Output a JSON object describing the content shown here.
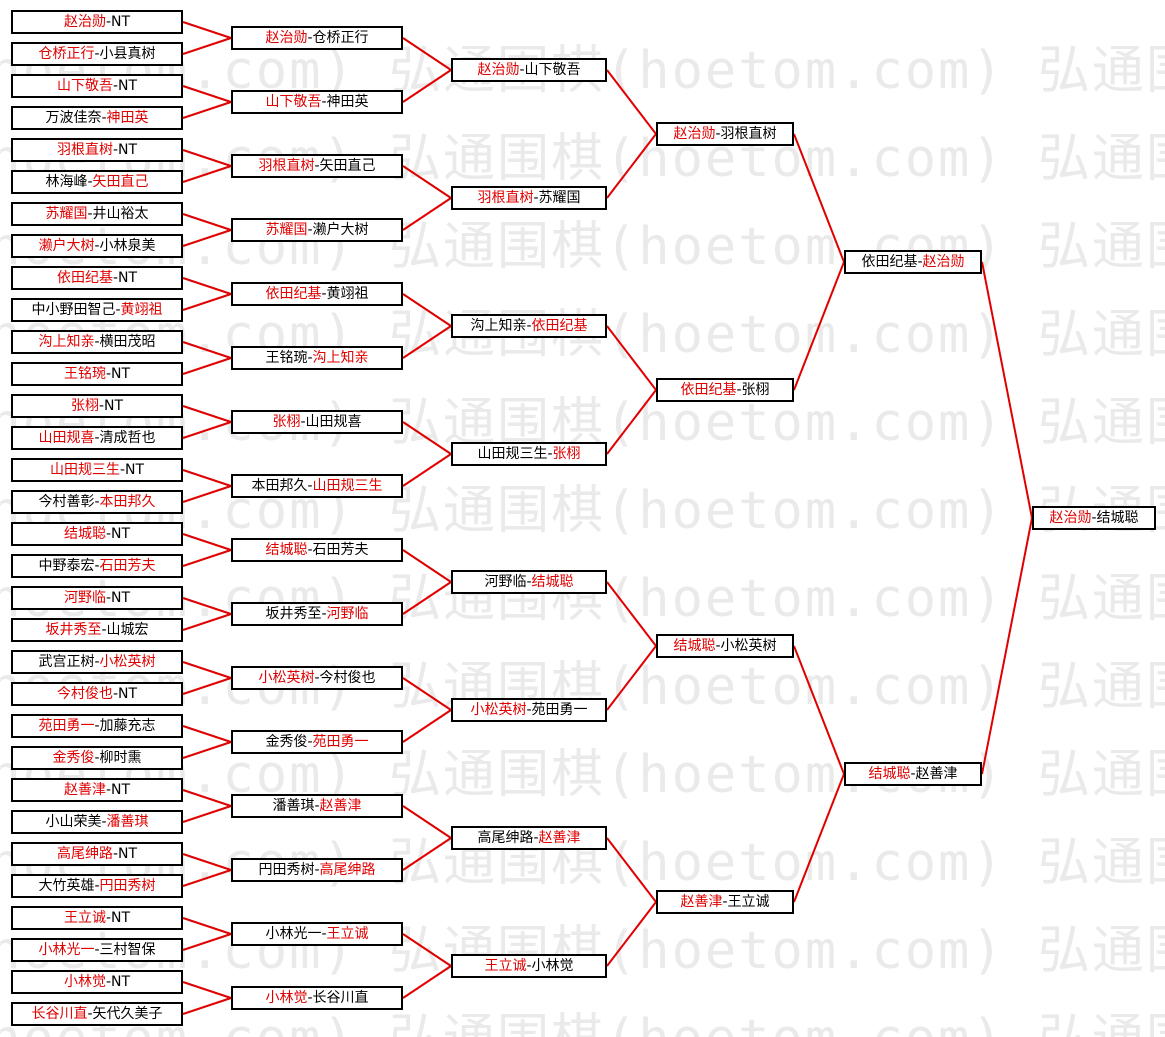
{
  "colors": {
    "winner": "#e00000",
    "text": "#000000",
    "connector": "#e00000",
    "watermark": "#eaeaea"
  },
  "watermark": {
    "text": "弘通围棋(hoetom.com)"
  },
  "rounds": [
    {
      "matches": [
        {
          "p1": "赵治勋",
          "p2": "NT",
          "winner": 1
        },
        {
          "p1": "仓桥正行",
          "p2": "小县真树",
          "winner": 1
        },
        {
          "p1": "山下敬吾",
          "p2": "NT",
          "winner": 1
        },
        {
          "p1": "万波佳奈",
          "p2": "神田英",
          "winner": 2
        },
        {
          "p1": "羽根直树",
          "p2": "NT",
          "winner": 1
        },
        {
          "p1": "林海峰",
          "p2": "矢田直己",
          "winner": 2
        },
        {
          "p1": "苏耀国",
          "p2": "井山裕太",
          "winner": 1
        },
        {
          "p1": "濑户大树",
          "p2": "小林泉美",
          "winner": 1
        },
        {
          "p1": "依田纪基",
          "p2": "NT",
          "winner": 1
        },
        {
          "p1": "中小野田智己",
          "p2": "黄翊祖",
          "winner": 2
        },
        {
          "p1": "沟上知亲",
          "p2": "横田茂昭",
          "winner": 1
        },
        {
          "p1": "王铭琬",
          "p2": "NT",
          "winner": 1
        },
        {
          "p1": "张栩",
          "p2": "NT",
          "winner": 1
        },
        {
          "p1": "山田规喜",
          "p2": "清成哲也",
          "winner": 1
        },
        {
          "p1": "山田规三生",
          "p2": "NT",
          "winner": 1
        },
        {
          "p1": "今村善彰",
          "p2": "本田邦久",
          "winner": 2
        },
        {
          "p1": "结城聪",
          "p2": "NT",
          "winner": 1
        },
        {
          "p1": "中野泰宏",
          "p2": "石田芳夫",
          "winner": 2
        },
        {
          "p1": "河野临",
          "p2": "NT",
          "winner": 1
        },
        {
          "p1": "坂井秀至",
          "p2": "山城宏",
          "winner": 1
        },
        {
          "p1": "武宫正树",
          "p2": "小松英树",
          "winner": 2
        },
        {
          "p1": "今村俊也",
          "p2": "NT",
          "winner": 1
        },
        {
          "p1": "苑田勇一",
          "p2": "加藤充志",
          "winner": 1
        },
        {
          "p1": "金秀俊",
          "p2": "柳时熏",
          "winner": 1
        },
        {
          "p1": "赵善津",
          "p2": "NT",
          "winner": 1
        },
        {
          "p1": "小山荣美",
          "p2": "潘善琪",
          "winner": 2
        },
        {
          "p1": "高尾绅路",
          "p2": "NT",
          "winner": 1
        },
        {
          "p1": "大竹英雄",
          "p2": "円田秀树",
          "winner": 2
        },
        {
          "p1": "王立诚",
          "p2": "NT",
          "winner": 1
        },
        {
          "p1": "小林光一",
          "p2": "三村智保",
          "winner": 1
        },
        {
          "p1": "小林觉",
          "p2": "NT",
          "winner": 1
        },
        {
          "p1": "长谷川直",
          "p2": "矢代久美子",
          "winner": 1
        }
      ]
    },
    {
      "matches": [
        {
          "p1": "赵治勋",
          "p2": "仓桥正行",
          "winner": 1
        },
        {
          "p1": "山下敬吾",
          "p2": "神田英",
          "winner": 1
        },
        {
          "p1": "羽根直树",
          "p2": "矢田直己",
          "winner": 1
        },
        {
          "p1": "苏耀国",
          "p2": "濑户大树",
          "winner": 1
        },
        {
          "p1": "依田纪基",
          "p2": "黄翊祖",
          "winner": 1
        },
        {
          "p1": "王铭琬",
          "p2": "沟上知亲",
          "winner": 2
        },
        {
          "p1": "张栩",
          "p2": "山田规喜",
          "winner": 1
        },
        {
          "p1": "本田邦久",
          "p2": "山田规三生",
          "winner": 2
        },
        {
          "p1": "结城聪",
          "p2": "石田芳夫",
          "winner": 1
        },
        {
          "p1": "坂井秀至",
          "p2": "河野临",
          "winner": 2
        },
        {
          "p1": "小松英树",
          "p2": "今村俊也",
          "winner": 1
        },
        {
          "p1": "金秀俊",
          "p2": "苑田勇一",
          "winner": 2
        },
        {
          "p1": "潘善琪",
          "p2": "赵善津",
          "winner": 2
        },
        {
          "p1": "円田秀树",
          "p2": "高尾绅路",
          "winner": 2
        },
        {
          "p1": "小林光一",
          "p2": "王立诚",
          "winner": 2
        },
        {
          "p1": "小林觉",
          "p2": "长谷川直",
          "winner": 1
        }
      ]
    },
    {
      "matches": [
        {
          "p1": "赵治勋",
          "p2": "山下敬吾",
          "winner": 1
        },
        {
          "p1": "羽根直树",
          "p2": "苏耀国",
          "winner": 1
        },
        {
          "p1": "沟上知亲",
          "p2": "依田纪基",
          "winner": 2
        },
        {
          "p1": "山田规三生",
          "p2": "张栩",
          "winner": 2
        },
        {
          "p1": "河野临",
          "p2": "结城聪",
          "winner": 2
        },
        {
          "p1": "小松英树",
          "p2": "苑田勇一",
          "winner": 1
        },
        {
          "p1": "高尾绅路",
          "p2": "赵善津",
          "winner": 2
        },
        {
          "p1": "王立诚",
          "p2": "小林觉",
          "winner": 1
        }
      ]
    },
    {
      "matches": [
        {
          "p1": "赵治勋",
          "p2": "羽根直树",
          "winner": 1
        },
        {
          "p1": "依田纪基",
          "p2": "张栩",
          "winner": 1
        },
        {
          "p1": "结城聪",
          "p2": "小松英树",
          "winner": 1
        },
        {
          "p1": "赵善津",
          "p2": "王立诚",
          "winner": 1
        }
      ]
    },
    {
      "matches": [
        {
          "p1": "依田纪基",
          "p2": "赵治勋",
          "winner": 2
        },
        {
          "p1": "结城聪",
          "p2": "赵善津",
          "winner": 1
        }
      ]
    },
    {
      "matches": [
        {
          "p1": "赵治勋",
          "p2": "结城聪",
          "winner": 1
        }
      ]
    }
  ]
}
